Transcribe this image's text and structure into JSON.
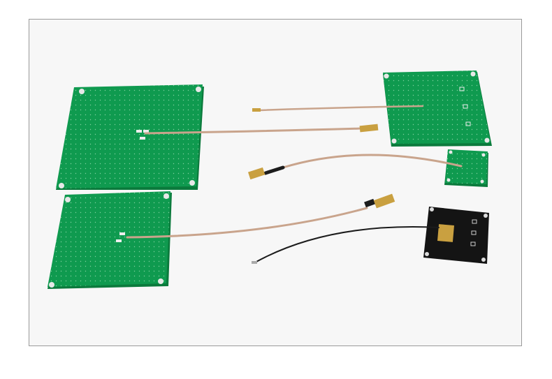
{
  "photo": {
    "colors": {
      "background": "#f7f7f7",
      "frame": "#9a9a9a",
      "pcb_green": "#0f9a4f",
      "pcb_edge": "#0b7a3c",
      "pcb_black": "#141414",
      "cable": "#c9a48c",
      "connector_gold": "#c9a040",
      "black_cable": "#1c1c1c"
    },
    "objects": [
      "large-square-antenna-board",
      "medium-square-antenna-board",
      "rectangular-antenna-board",
      "small-square-antenna-board",
      "black-ceramic-antenna-board"
    ]
  }
}
